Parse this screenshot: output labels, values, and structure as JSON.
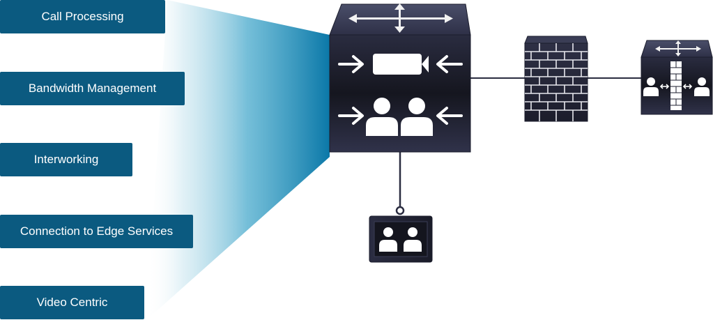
{
  "features": {
    "items": [
      {
        "label": "Call Processing"
      },
      {
        "label": "Bandwidth Management"
      },
      {
        "label": "Interworking"
      },
      {
        "label": "Connection to Edge Services"
      },
      {
        "label": "Video Centric"
      }
    ]
  },
  "devices": {
    "main": {
      "icon": "video-conferencing-router-icon"
    },
    "endpoint": {
      "icon": "video-endpoint-icon"
    },
    "firewall": {
      "icon": "firewall-icon"
    },
    "edge": {
      "icon": "edge-gateway-icon"
    }
  },
  "colors": {
    "label_bg": "#0b5a80",
    "label_text": "#ffffff",
    "beam_start": "#0b78a8",
    "device_dark": "#1b1d2c",
    "device_top": "#3a3d55",
    "firewall_brick": "#1e2030"
  }
}
